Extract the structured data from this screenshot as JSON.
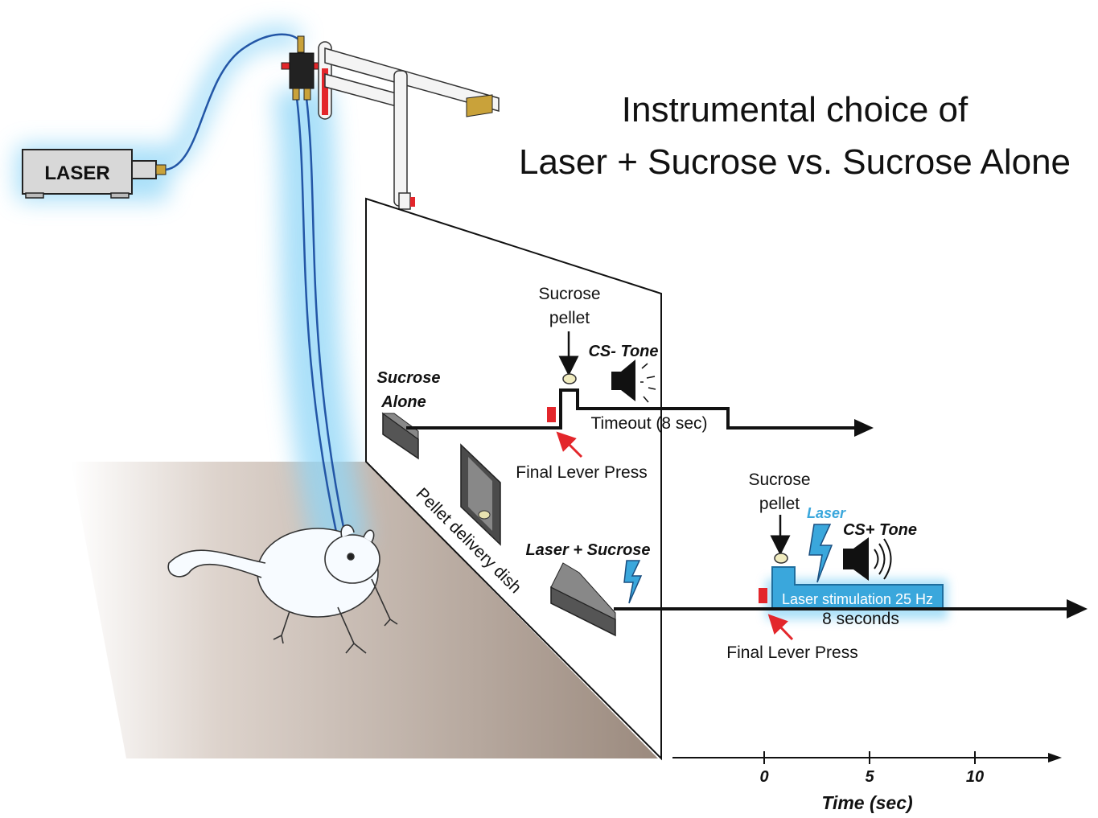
{
  "title": {
    "line1": "Instrumental choice of",
    "line2": "Laser + Sucrose vs. Sucrose Alone"
  },
  "laser_box": {
    "label": "LASER"
  },
  "chamber": {
    "dish_label": "Pellet delivery dish"
  },
  "top_trial": {
    "lever_label_line1": "Sucrose",
    "lever_label_line2": "Alone",
    "pellet_label_line1": "Sucrose",
    "pellet_label_line2": "pellet",
    "tone_label": "CS- Tone",
    "timeout_label": "Timeout (8 sec)",
    "press_label": "Final Lever Press"
  },
  "bottom_trial": {
    "lever_label": "Laser + Sucrose",
    "pellet_label_line1": "Sucrose",
    "pellet_label_line2": "pellet",
    "laser_label": "Laser",
    "tone_label": "CS+ Tone",
    "stim_label": "Laser stimulation 25 Hz",
    "duration_label": "8 seconds",
    "press_label": "Final Lever Press"
  },
  "time_axis": {
    "label": "Time (sec)",
    "ticks": [
      "0",
      "5",
      "10"
    ]
  },
  "colors": {
    "laser_blue": "#3aa7dc",
    "glow_blue": "#7fd0f5",
    "press_red": "#e3262b",
    "floor_dark": "#9c8a7d",
    "fiber_blue": "#2356a6"
  }
}
